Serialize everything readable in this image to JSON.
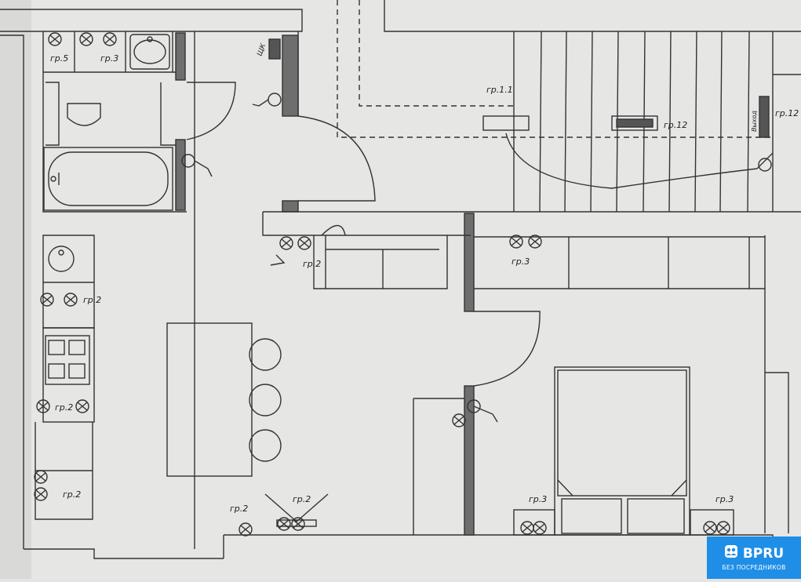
{
  "plan": {
    "groups": {
      "gr5": "гр.5",
      "gr3": "гр.3",
      "gr2": "гр.2",
      "gr11": "гр.1.1",
      "gr12": "гр.12"
    },
    "panel_label": "ЩК",
    "exit_label": "Выход"
  },
  "watermark": {
    "brand": "BPRU",
    "tagline": "БЕЗ ПОСРЕДНИКОВ",
    "color": "#1f8ee6"
  },
  "colors": {
    "paper": "#e4e4e2",
    "line": "#333333",
    "wall_fill": "#6e6e6e"
  }
}
